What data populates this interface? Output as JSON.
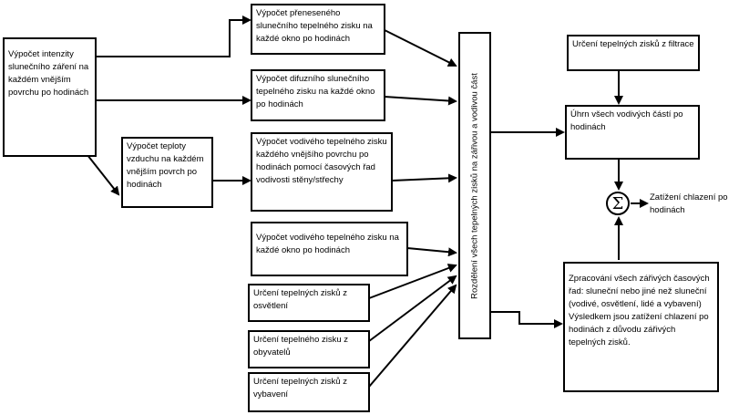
{
  "boxes": {
    "intenzita": "Výpočet intenzity slunečního záření na každém vnějším povrchu po hodinách",
    "teplota": "Výpočet teploty vzduchu na každém vnějším povrch po hodinách",
    "preneseny": "Výpočet přeneseného slunečního tepelného zisku na každé okno po hodinách",
    "difuzni": "Výpočet difuzního slunečního tepelného zisku na každé okno po hodinách",
    "vodivy_povrch": "Výpočet vodivého tepelného zisku každého vnějšího povrchu po hodinách pomocí časových řad vodivosti stěny/střechy",
    "vodivy_okno": "Výpočet vodivého tepelného zisku na každé okno po hodinách",
    "osvetleni": "Určení tepelných zisků z osvětlení",
    "obyvatele": "Určení tepelného zisku z obyvatelů",
    "vybaveni": "Určení tepelných zisků z vybavení",
    "rozdeleni": "Rozdělení všech tepelných zisků na zářivou a vodivou část",
    "filtrace": "Určení tepelných zisků z filtrace",
    "uhrn": "Úhrn všech vodivých částí po hodinách",
    "zpracovani": "Zpracování všech zářivých časových řad: sluneční nebo jiné než sluneční (vodivé, osvětlení, lidé a vybavení) Výsledkem jsou zatížení chlazení po hodinách z důvodu zářivých tepelných zisků."
  },
  "sum_symbol": "Σ",
  "output_label": "Zatížení chlazení po hodinách"
}
